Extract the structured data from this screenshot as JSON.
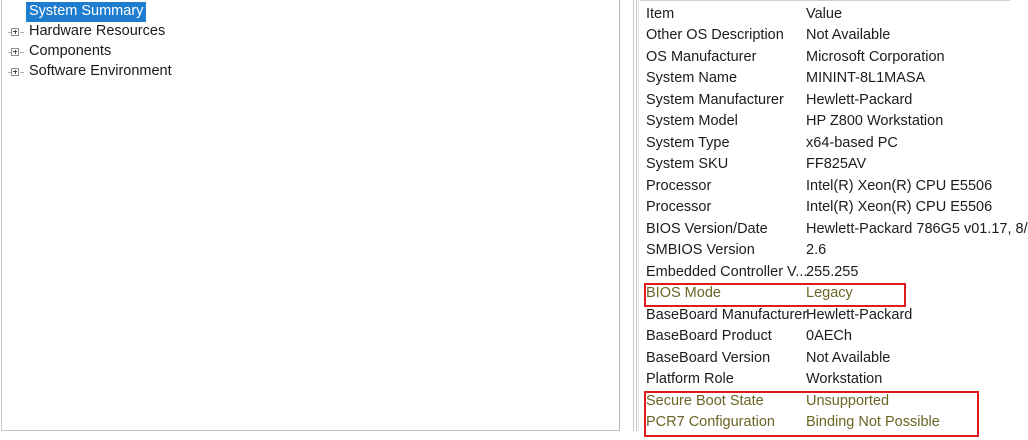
{
  "tree": {
    "nodes": [
      {
        "label": "System Summary",
        "selected": true,
        "expandable": false
      },
      {
        "label": "Hardware Resources",
        "selected": false,
        "expandable": true
      },
      {
        "label": "Components",
        "selected": false,
        "expandable": true
      },
      {
        "label": "Software Environment",
        "selected": false,
        "expandable": true
      }
    ]
  },
  "details": {
    "columns": {
      "item": "Item",
      "value": "Value"
    },
    "rows": [
      {
        "item": "Item",
        "value": "Value",
        "highlight": false,
        "header": true
      },
      {
        "item": "Other OS Description",
        "value": "Not Available",
        "highlight": false
      },
      {
        "item": "OS Manufacturer",
        "value": "Microsoft Corporation",
        "highlight": false
      },
      {
        "item": "System Name",
        "value": "MININT-8L1MASA",
        "highlight": false
      },
      {
        "item": "System Manufacturer",
        "value": "Hewlett-Packard",
        "highlight": false
      },
      {
        "item": "System Model",
        "value": "HP Z800 Workstation",
        "highlight": false
      },
      {
        "item": "System Type",
        "value": "x64-based PC",
        "highlight": false
      },
      {
        "item": "System SKU",
        "value": "FF825AV",
        "highlight": false
      },
      {
        "item": "Processor",
        "value": "Intel(R) Xeon(R) CPU        E5506",
        "highlight": false
      },
      {
        "item": "Processor",
        "value": "Intel(R) Xeon(R) CPU        E5506",
        "highlight": false
      },
      {
        "item": "BIOS Version/Date",
        "value": "Hewlett-Packard 786G5 v01.17, 8/",
        "highlight": false
      },
      {
        "item": "SMBIOS Version",
        "value": "2.6",
        "highlight": false
      },
      {
        "item": "Embedded Controller V...",
        "value": "255.255",
        "highlight": false
      },
      {
        "item": "BIOS Mode",
        "value": "Legacy",
        "highlight": true
      },
      {
        "item": "BaseBoard Manufacturer",
        "value": "Hewlett-Packard",
        "highlight": false
      },
      {
        "item": "BaseBoard Product",
        "value": "0AECh",
        "highlight": false
      },
      {
        "item": "BaseBoard Version",
        "value": "Not Available",
        "highlight": false
      },
      {
        "item": "Platform Role",
        "value": "Workstation",
        "highlight": false
      },
      {
        "item": "Secure Boot State",
        "value": "Unsupported",
        "highlight": true
      },
      {
        "item": "PCR7 Configuration",
        "value": "Binding Not Possible",
        "highlight": true
      }
    ]
  },
  "annotations": {
    "box_bios_mode": "BIOS Mode row highlight",
    "box_secure_boot": "Secure Boot State and PCR7 Configuration rows highlight",
    "color": "#e01b1b"
  }
}
